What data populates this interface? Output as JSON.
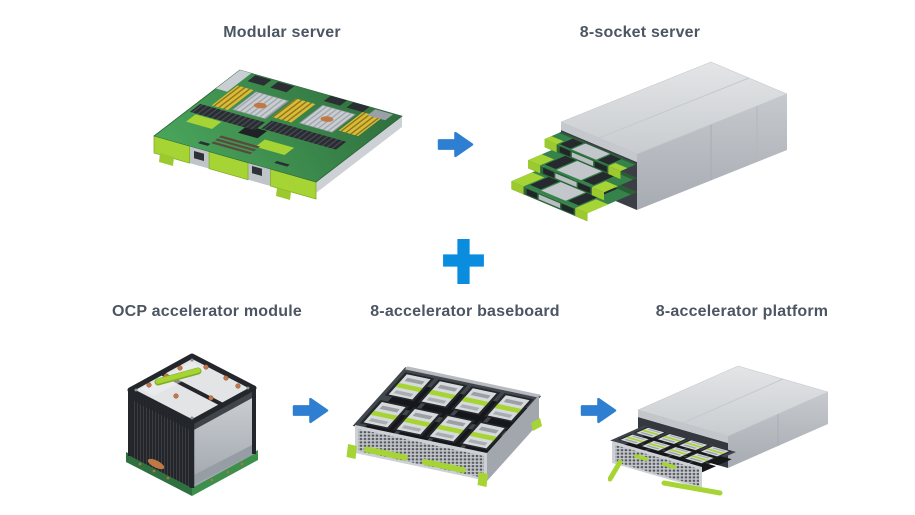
{
  "page": {
    "background": "#ffffff"
  },
  "diagram": {
    "top_row": {
      "modular_server_label": "Modular server",
      "socket_server_label": "8-socket server"
    },
    "bottom_row": {
      "ocp_module_label": "OCP accelerator module",
      "baseboard_label": "8-accelerator baseboard",
      "platform_label": "8-accelerator platform"
    },
    "icons": {
      "top_connector": "arrow-right",
      "row_combiner": "plus",
      "bottom_connector_1": "arrow-right",
      "bottom_connector_2": "arrow-right"
    },
    "colors": {
      "title_text": "#4c5662",
      "arrow_blue": "#2e7fd2",
      "plus_blue": "#0a8cdf",
      "lime_green": "#a6d435",
      "pcb_green": "#3b8a4a",
      "chassis_gray": "#cdd0d4",
      "dimm_gold": "#d9bb36",
      "component_black": "#26282c",
      "copper": "#c07845",
      "background": "#ffffff"
    }
  }
}
